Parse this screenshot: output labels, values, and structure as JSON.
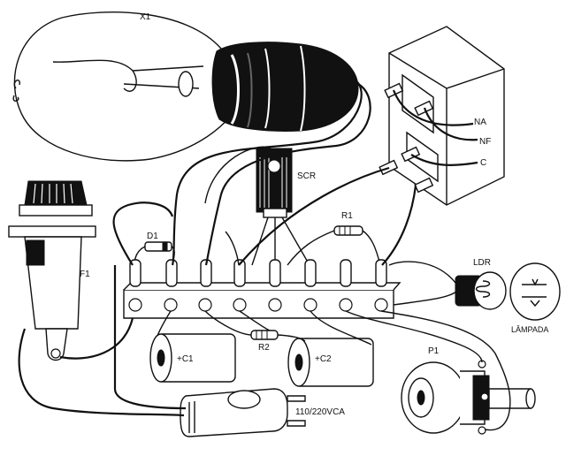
{
  "labels": {
    "lamp": "X1",
    "scr": "SCR",
    "r1": "R1",
    "d1": "D1",
    "fuse": "F1",
    "relay_na": "NA",
    "relay_nf": "NF",
    "relay_c": "C",
    "ldr": "LDR",
    "lampada": "LÂMPADA",
    "c1": "+C1",
    "c2": "+C2",
    "r2": "R2",
    "p1": "P1",
    "mains": "110/220VCA"
  }
}
